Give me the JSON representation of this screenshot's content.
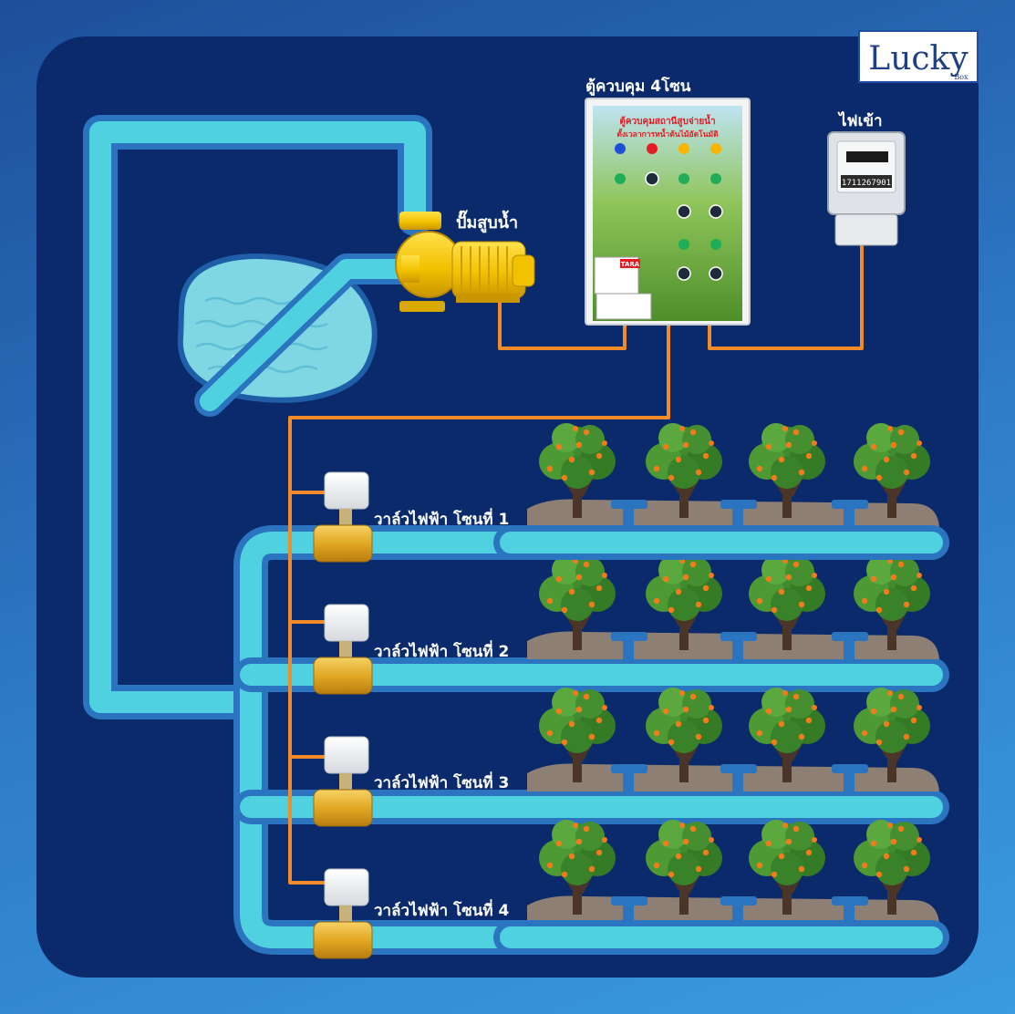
{
  "brand": {
    "logo_text": "Lucky",
    "logo_sub": "Box"
  },
  "labels": {
    "pump": "ปั๊มสูบน้ำ",
    "control_box": "ตู้ควบคุม 4โซน",
    "power_in": "ไฟเข้า"
  },
  "control_panel": {
    "header_line1": "ตู้ควบคุมสถานีสูบจ่ายน้ำ",
    "header_line2": "ตั้งเวลาการหน้ำต้นไม้อัตโนมัติ",
    "brand_tag": "TARA"
  },
  "meter": {
    "reading": "1711267901"
  },
  "zones": [
    {
      "label": "วาล์วไฟฟ้า โซนที่ 1"
    },
    {
      "label": "วาล์วไฟฟ้า โซนที่ 2"
    },
    {
      "label": "วาล์วไฟฟ้า โซนที่ 3"
    },
    {
      "label": "วาล์วไฟฟ้า โซนที่ 4"
    }
  ],
  "colors": {
    "panel_bg": "#0a2a6b",
    "pipe_light": "#4fd1e0",
    "pipe_dark": "#2a74c0",
    "wire": "#f28c28",
    "valve_brass": "#e9b52c",
    "soil": "#8d7f74",
    "tree_leaf": "#3f8b2e",
    "fruit": "#f07c1c"
  }
}
